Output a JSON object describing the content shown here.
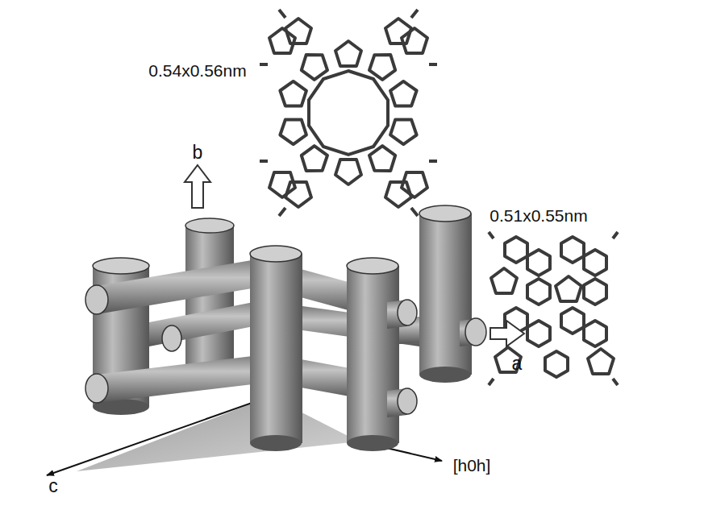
{
  "diagram": {
    "labels": [
      "0.54x0.56nm",
      "b",
      "0.51x0.55nm",
      "a",
      "c",
      "[h0h]"
    ]
  }
}
